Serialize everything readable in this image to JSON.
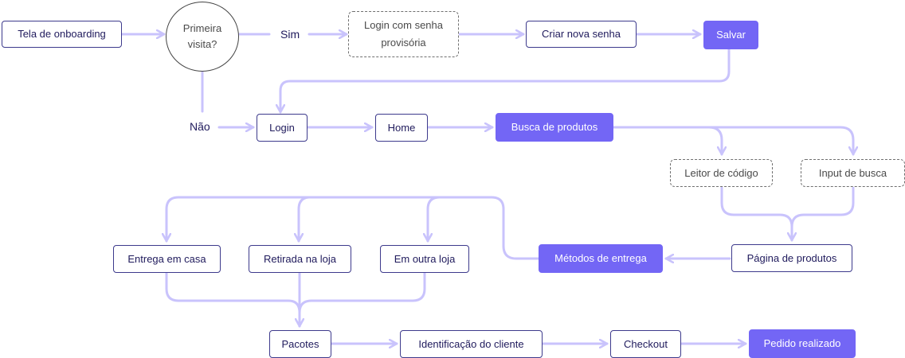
{
  "colors": {
    "accent": "#7366f5",
    "connector": "#c9c3fc",
    "text": "#1f1a5c"
  },
  "nodes": {
    "onboarding": "Tela de onboarding",
    "primeira_visita": "Primeira visita?",
    "login_provisorio": "Login com senha provisória",
    "criar_senha": "Criar nova senha",
    "salvar": "Salvar",
    "login": "Login",
    "home": "Home",
    "busca": "Busca de produtos",
    "leitor": "Leitor de código",
    "input_busca": "Input de busca",
    "pagina_produtos": "Página de produtos",
    "metodos_entrega": "Métodos de entrega",
    "entrega_casa": "Entrega em casa",
    "retirada_loja": "Retirada na loja",
    "outra_loja": "Em outra loja",
    "pacotes": "Pacotes",
    "identificacao": "Identificação do cliente",
    "checkout": "Checkout",
    "pedido_realizado": "Pedido realizado"
  },
  "labels": {
    "sim": "Sim",
    "nao": "Não"
  }
}
